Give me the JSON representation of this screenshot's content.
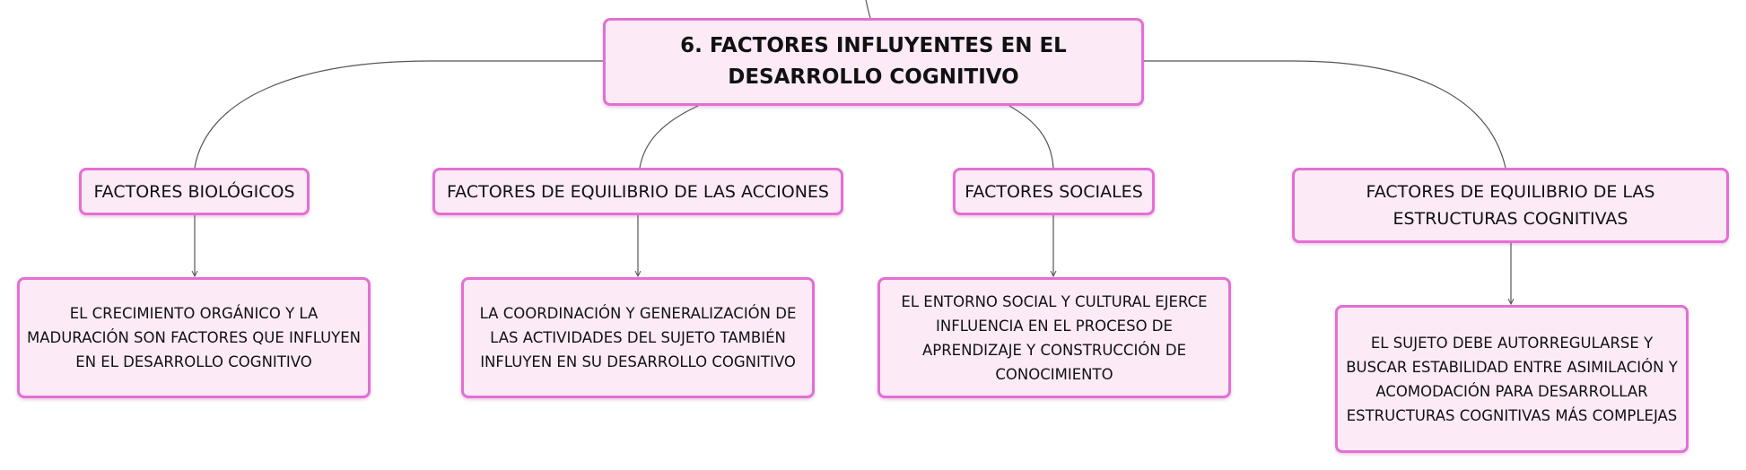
{
  "diagram": {
    "root": {
      "label": "6. FACTORES INFLUYENTES EN EL DESARROLLO COGNITIVO"
    },
    "branches": [
      {
        "label": "FACTORES BIOLÓGICOS",
        "detail": "EL CRECIMIENTO ORGÁNICO Y LA MADURACIÓN SON FACTORES QUE INFLUYEN EN EL DESARROLLO COGNITIVO"
      },
      {
        "label": "FACTORES DE EQUILIBRIO DE LAS ACCIONES",
        "detail": "LA COORDINACIÓN Y GENERALIZACIÓN DE LAS ACTIVIDADES DEL SUJETO TAMBIÉN INFLUYEN EN SU DESARROLLO COGNITIVO"
      },
      {
        "label": "FACTORES SOCIALES",
        "detail": "EL ENTORNO SOCIAL Y CULTURAL EJERCE INFLUENCIA EN EL PROCESO DE APRENDIZAJE Y CONSTRUCCIÓN DE CONOCIMIENTO"
      },
      {
        "label": "FACTORES DE EQUILIBRIO DE LAS ESTRUCTURAS COGNITIVAS",
        "detail": "EL SUJETO DEBE AUTORREGULARSE Y BUSCAR ESTABILIDAD ENTRE ASIMILACIÓN Y ACOMODACIÓN PARA DESARROLLAR ESTRUCTURAS COGNITIVAS MÁS COMPLEJAS"
      }
    ]
  },
  "colors": {
    "node_fill": "#fcebf7",
    "node_border": "#e46fd3",
    "connector": "#555555",
    "text": "#111111"
  }
}
